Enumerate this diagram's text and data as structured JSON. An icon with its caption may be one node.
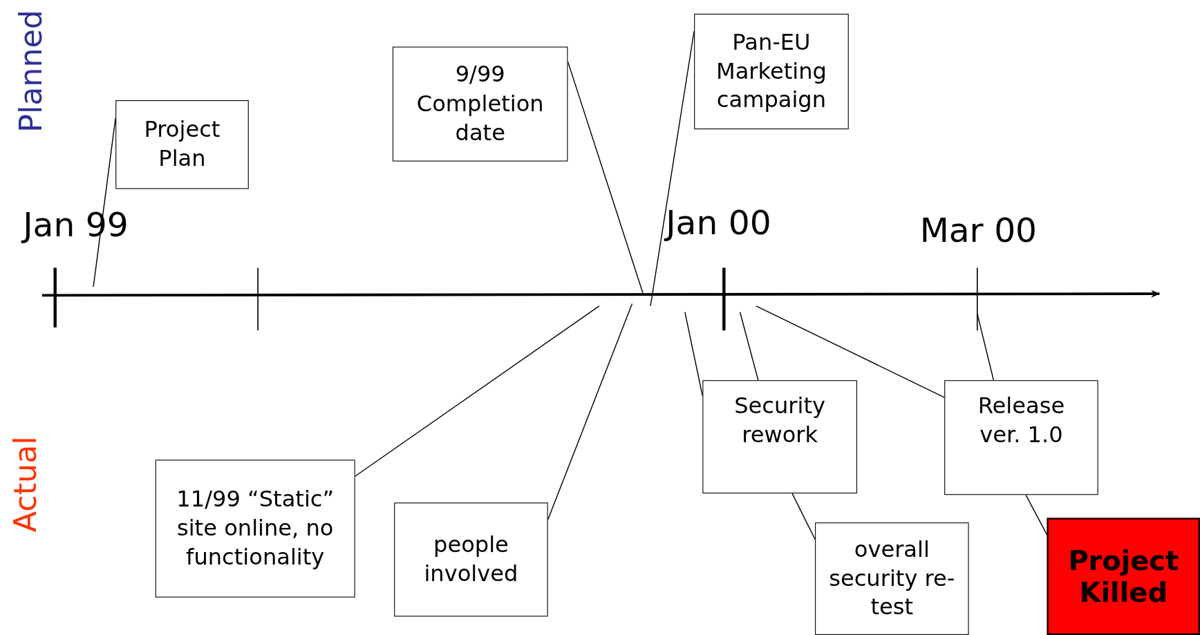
{
  "diagram": {
    "nodes": [
      {
        "text": [
          "Project Plan"
        ]
      },
      {
        "text": [
          "9/99 Completion date"
        ]
      },
      {
        "text": [
          "Pan-EU Marketing campaign"
        ]
      },
      {
        "text": [
          "11/99 “Static” site online, no functionality"
        ]
      },
      {
        "text": [
          "people involved"
        ]
      },
      {
        "text": [
          "Security rework"
        ]
      },
      {
        "text": [
          "overall security re-test"
        ]
      },
      {
        "text": [
          "Release ver. 1.0"
        ]
      },
      {
        "text": [
          "Project Killed"
        ]
      }
    ],
    "edges": [
      {
        "from": 0,
        "to": null,
        "arrow": "none"
      },
      {
        "from": 1,
        "to": null,
        "arrow": "none"
      },
      {
        "from": 2,
        "to": null,
        "arrow": "none"
      },
      {
        "from": 3,
        "to": null,
        "arrow": "none"
      },
      {
        "from": 4,
        "to": null,
        "arrow": "none"
      },
      {
        "from": 5,
        "to": null,
        "arrow": "none"
      },
      {
        "from": 5,
        "to": null,
        "arrow": "none"
      },
      {
        "from": 5,
        "to": 6,
        "arrow": "none"
      },
      {
        "from": 7,
        "to": null,
        "arrow": "none"
      },
      {
        "from": 7,
        "to": null,
        "arrow": "none"
      },
      {
        "from": 7,
        "to": 8,
        "arrow": "none"
      }
    ],
    "labels": [
      "Planned",
      "Actual",
      "Jan 99",
      "Jan 00",
      "Mar 00"
    ]
  }
}
